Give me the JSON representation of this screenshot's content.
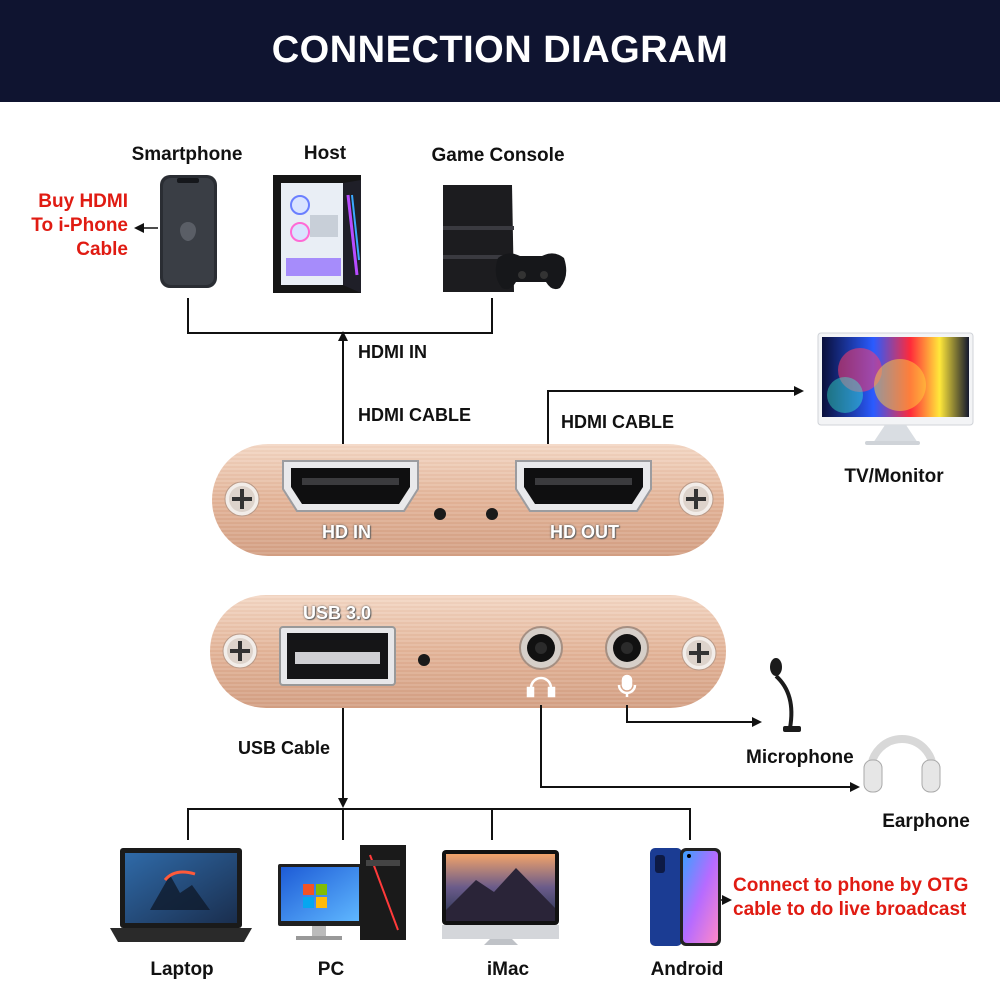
{
  "header": {
    "title": "CONNECTION DIAGRAM"
  },
  "sources": {
    "smartphone": "Smartphone",
    "host": "Host",
    "game_console": "Game Console"
  },
  "iphone_note": [
    "Buy HDMI",
    "To i-Phone",
    "Cable"
  ],
  "connections": {
    "hdmi_in": "HDMI IN",
    "hdmi_cable_in": "HDMI CABLE",
    "hdmi_cable_out": "HDMI CABLE",
    "usb_cable": "USB Cable"
  },
  "outputs": {
    "tv_monitor": "TV/Monitor",
    "microphone": "Microphone",
    "earphone": "Earphone"
  },
  "device": {
    "port_hd_in": "HD IN",
    "port_hd_out": "HD OUT",
    "port_usb": "USB 3.0"
  },
  "computers": {
    "laptop": "Laptop",
    "pc": "PC",
    "imac": "iMac",
    "android": "Android"
  },
  "otg_note": [
    "Connect to phone by OTG",
    "cable to do live broadcast"
  ],
  "colors": {
    "banner": "#0f1430",
    "note_red": "#e01b12",
    "device_gold": "#e6bea3"
  }
}
